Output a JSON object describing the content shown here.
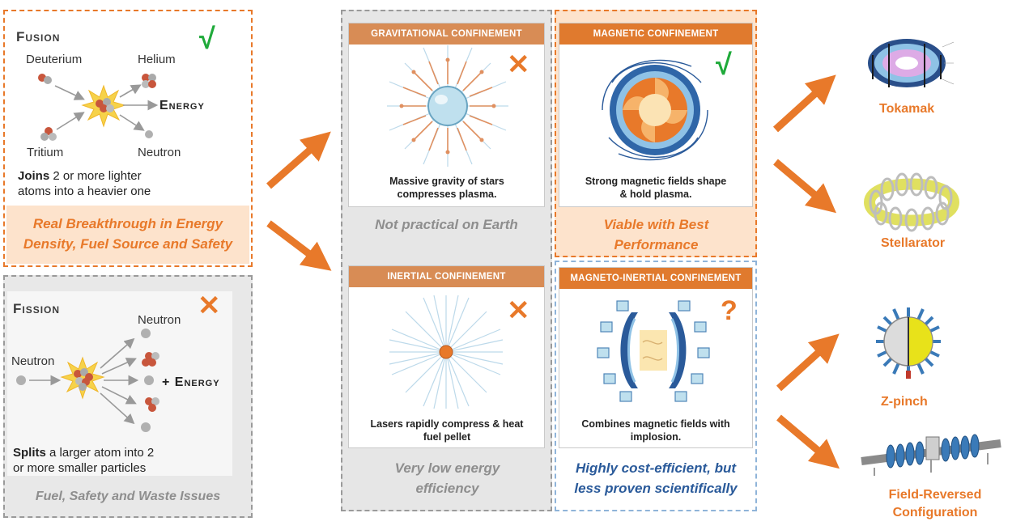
{
  "fusion": {
    "title": "Fusion",
    "deuterium": "Deuterium",
    "helium": "Helium",
    "energy": "Energy",
    "tritium": "Tritium",
    "neutron": "Neutron",
    "desc_bold": "Joins",
    "desc_rest": "2 or more lighter",
    "desc_line2": "atoms into a heavier one",
    "verdict": "Real Breakthrough in Energy Density, Fuel Source and Safety",
    "mark": "√"
  },
  "fission": {
    "title": "Fission",
    "neutron_out": "Neutron",
    "neutron_in": "Neutron",
    "energy": "+ Energy",
    "desc_bold": "Splits",
    "desc_rest": "a larger atom into 2",
    "desc_line2": "or more smaller particles",
    "verdict": "Fuel, Safety and Waste Issues",
    "mark": "✕"
  },
  "gravitational": {
    "header": "GRAVITATIONAL CONFINEMENT",
    "caption": "Massive gravity of stars compresses plasma.",
    "verdict": "Not practical on Earth",
    "mark": "✕"
  },
  "magnetic": {
    "header": "MAGNETIC CONFINEMENT",
    "caption": "Strong magnetic fields shape & hold plasma.",
    "verdict": "Viable with Best Performance",
    "mark": "√"
  },
  "inertial": {
    "header": "INERTIAL CONFINEMENT",
    "caption": "Lasers rapidly compress & heat fuel pellet",
    "verdict": "Very low energy efficiency",
    "mark": "✕"
  },
  "magneto_inertial": {
    "header": "MAGNETO-INERTIAL CONFINEMENT",
    "caption": "Combines magnetic fields with implosion.",
    "verdict": "Highly cost-efficient, but less proven scientifically",
    "mark": "?"
  },
  "devices": {
    "tokamak": "Tokamak",
    "stellarator": "Stellarator",
    "zpinch": "Z-pinch",
    "frc": "Field-Reversed Configuration"
  },
  "colors": {
    "orange": "#e8792a",
    "green": "#1faa3a",
    "gray": "#9a9a9a",
    "blue": "#2a5a9a",
    "head_orange": "#e07a2e",
    "head_tan": "#d88c55"
  }
}
